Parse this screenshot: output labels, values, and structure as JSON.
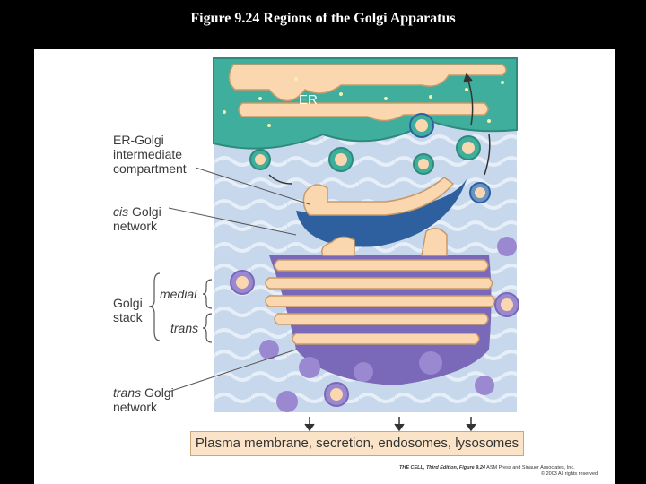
{
  "title": "Figure 9.24 Regions of the Golgi Apparatus",
  "labels": {
    "er": "ER",
    "er_golgi_1": "ER-Golgi",
    "er_golgi_2": "intermediate",
    "er_golgi_3": "compartment",
    "cis_1_a": "cis",
    "cis_1_b": " Golgi",
    "cis_2": "network",
    "golgi_1": "Golgi",
    "golgi_2": "stack",
    "medial": "medial",
    "trans": "trans",
    "trans_net_1_a": "trans",
    "trans_net_1_b": " Golgi",
    "trans_net_2": "network"
  },
  "bottom_box": "Plasma membrane, secretion, endosomes, lysosomes",
  "credit": {
    "line1_bold": "THE CELL, Third Edition, Figure 9.24",
    "line1_rest": " ASM Press and Sinauer Associates, Inc.",
    "line2": "© 2003 All rights reserved."
  },
  "colors": {
    "er_teal": "#3fae9c",
    "cytosol_blue": "#c8d8ec",
    "cis_blue": "#2e5f9e",
    "trans_purple": "#7a68b8",
    "lumen_peach": "#fbd7b0"
  }
}
